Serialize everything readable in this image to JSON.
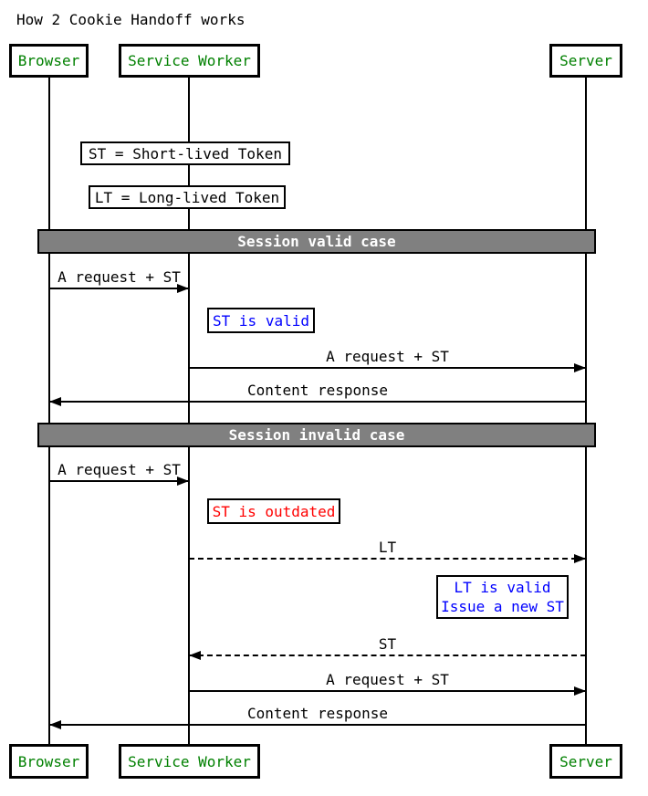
{
  "title": "How 2 Cookie Handoff works",
  "colors": {
    "actor_text": "#008000",
    "info_text": "#0000ff",
    "error_text": "#ff0000",
    "section_bg": "#808080",
    "section_text": "#ffffff",
    "line": "#000000"
  },
  "participants": {
    "browser": "Browser",
    "service_worker": "Service Worker",
    "server": "Server"
  },
  "legend": {
    "st": "ST = Short-lived Token",
    "lt": "LT = Long-lived Token"
  },
  "sections": {
    "valid": "Session valid case",
    "invalid": "Session invalid case"
  },
  "messages": {
    "m1": {
      "from": "Browser",
      "to": "Service Worker",
      "label": "A request + ST",
      "line": "solid"
    },
    "m2": {
      "from": "Service Worker",
      "to": "Server",
      "label": "A request + ST",
      "line": "solid"
    },
    "m3": {
      "from": "Server",
      "to": "Browser",
      "label": "Content response",
      "line": "solid"
    },
    "m4": {
      "from": "Browser",
      "to": "Service Worker",
      "label": "A request + ST",
      "line": "solid"
    },
    "m5": {
      "from": "Service Worker",
      "to": "Server",
      "label": "LT",
      "line": "dashed"
    },
    "m6": {
      "from": "Server",
      "to": "Service Worker",
      "label": "ST",
      "line": "dashed"
    },
    "m7": {
      "from": "Service Worker",
      "to": "Server",
      "label": "A request + ST",
      "line": "solid"
    },
    "m8": {
      "from": "Server",
      "to": "Browser",
      "label": "Content response",
      "line": "solid"
    }
  },
  "notes": {
    "st_valid": {
      "text": "ST is valid",
      "color": "info"
    },
    "st_outdated": {
      "text": "ST is outdated",
      "color": "error"
    },
    "lt_valid": {
      "line1": "LT is valid",
      "line2": "Issue a new ST",
      "color": "info"
    }
  }
}
